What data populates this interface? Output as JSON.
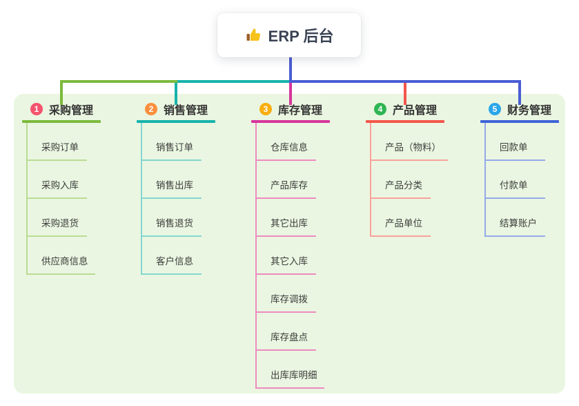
{
  "root": {
    "label": "ERP 后台",
    "icon": "thumbs-up-icon",
    "connector_color": "#4a5cd4",
    "box_background": "#ffffff",
    "text_color": "#3a4354"
  },
  "panel": {
    "background": "#eaf6e1"
  },
  "branches": [
    {
      "number": "1",
      "label": "采购管理",
      "badge_color": "#f5536d",
      "line_color": "#7cba3d",
      "sub_line_color": "#b9dc93",
      "children": [
        "采购订单",
        "采购入库",
        "采购退货",
        "供应商信息"
      ]
    },
    {
      "number": "2",
      "label": "销售管理",
      "badge_color": "#fb8f3d",
      "line_color": "#17b3ab",
      "sub_line_color": "#84d6d0",
      "children": [
        "销售订单",
        "销售出库",
        "销售退货",
        "客户信息"
      ]
    },
    {
      "number": "3",
      "label": "库存管理",
      "badge_color": "#fbae10",
      "line_color": "#d6359c",
      "sub_line_color": "#ef8ac0",
      "children": [
        "仓库信息",
        "产品库存",
        "其它出库",
        "其它入库",
        "库存调拨",
        "库存盘点",
        "出库库明细"
      ]
    },
    {
      "number": "4",
      "label": "产品管理",
      "badge_color": "#2fb554",
      "line_color": "#f4564c",
      "sub_line_color": "#f8a29c",
      "children": [
        "产品（物料）",
        "产品分类",
        "产品单位"
      ]
    },
    {
      "number": "5",
      "label": "财务管理",
      "badge_color": "#2ba6e9",
      "line_color": "#3f64d7",
      "sub_line_color": "#94a9e9",
      "children": [
        "回款单",
        "付款单",
        "结算账户"
      ]
    }
  ]
}
